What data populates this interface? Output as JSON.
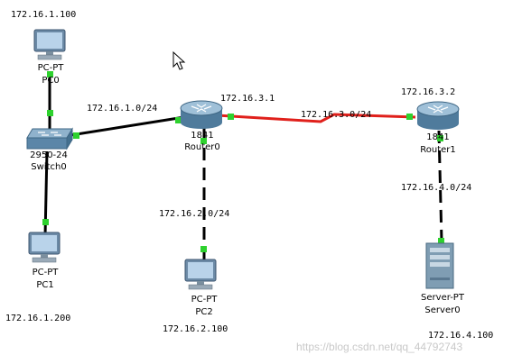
{
  "colors": {
    "serial_link": "#e0201b",
    "ethernet_link": "#000000",
    "port_up": "#2ed12e"
  },
  "devices": {
    "pc0": {
      "model": "PC-PT",
      "name": "PC0",
      "ip": "172.16.1.100"
    },
    "switch0": {
      "model": "2950-24",
      "name": "Switch0"
    },
    "pc1": {
      "model": "PC-PT",
      "name": "PC1",
      "ip": "172.16.1.200"
    },
    "router0": {
      "model": "1841",
      "name": "Router0",
      "ip": "172.16.3.1"
    },
    "pc2": {
      "model": "PC-PT",
      "name": "PC2",
      "ip": "172.16.2.100"
    },
    "router1": {
      "model": "1841",
      "name": "Router1",
      "ip": "172.16.3.2"
    },
    "server0": {
      "model": "Server-PT",
      "name": "Server0",
      "ip": "172.16.4.100"
    }
  },
  "networks": {
    "net1": "172.16.1.0/24",
    "net2": "172.16.2.0/24",
    "net3": "172.16.3.0/24",
    "net4": "172.16.4.0/24"
  },
  "watermark": "https://blog.csdn.net/qq_44792743"
}
